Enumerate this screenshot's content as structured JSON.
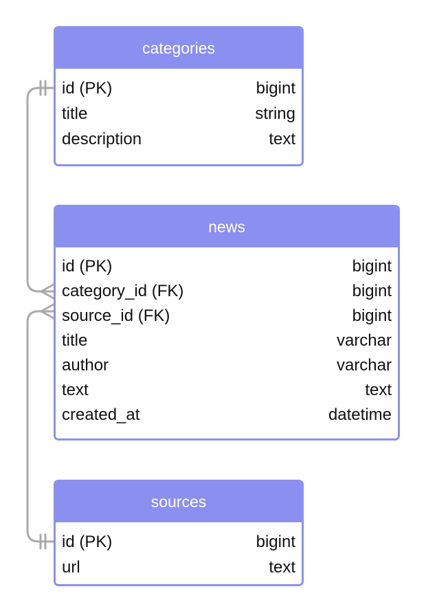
{
  "colors": {
    "header_bg": "#8a8ff0",
    "border": "#8a91ee",
    "connector": "#aaaaaa",
    "text": "#111111"
  },
  "entities": {
    "categories": {
      "title": "categories",
      "fields": [
        {
          "name": "id (PK)",
          "type": "bigint"
        },
        {
          "name": "title",
          "type": "string"
        },
        {
          "name": "description",
          "type": "text"
        }
      ]
    },
    "news": {
      "title": "news",
      "fields": [
        {
          "name": "id (PK)",
          "type": "bigint"
        },
        {
          "name": "category_id (FK)",
          "type": "bigint"
        },
        {
          "name": "source_id (FK)",
          "type": "bigint"
        },
        {
          "name": "title",
          "type": "varchar"
        },
        {
          "name": "author",
          "type": "varchar"
        },
        {
          "name": "text",
          "type": "text"
        },
        {
          "name": "created_at",
          "type": "datetime"
        }
      ]
    },
    "sources": {
      "title": "sources",
      "fields": [
        {
          "name": "id (PK)",
          "type": "bigint"
        },
        {
          "name": "url",
          "type": "text"
        }
      ]
    }
  },
  "relationships": [
    {
      "from": "categories.id (PK)",
      "to": "news.category_id (FK)",
      "from_end": "one",
      "to_end": "many"
    },
    {
      "from": "sources.id (PK)",
      "to": "news.source_id (FK)",
      "from_end": "one",
      "to_end": "many"
    }
  ]
}
